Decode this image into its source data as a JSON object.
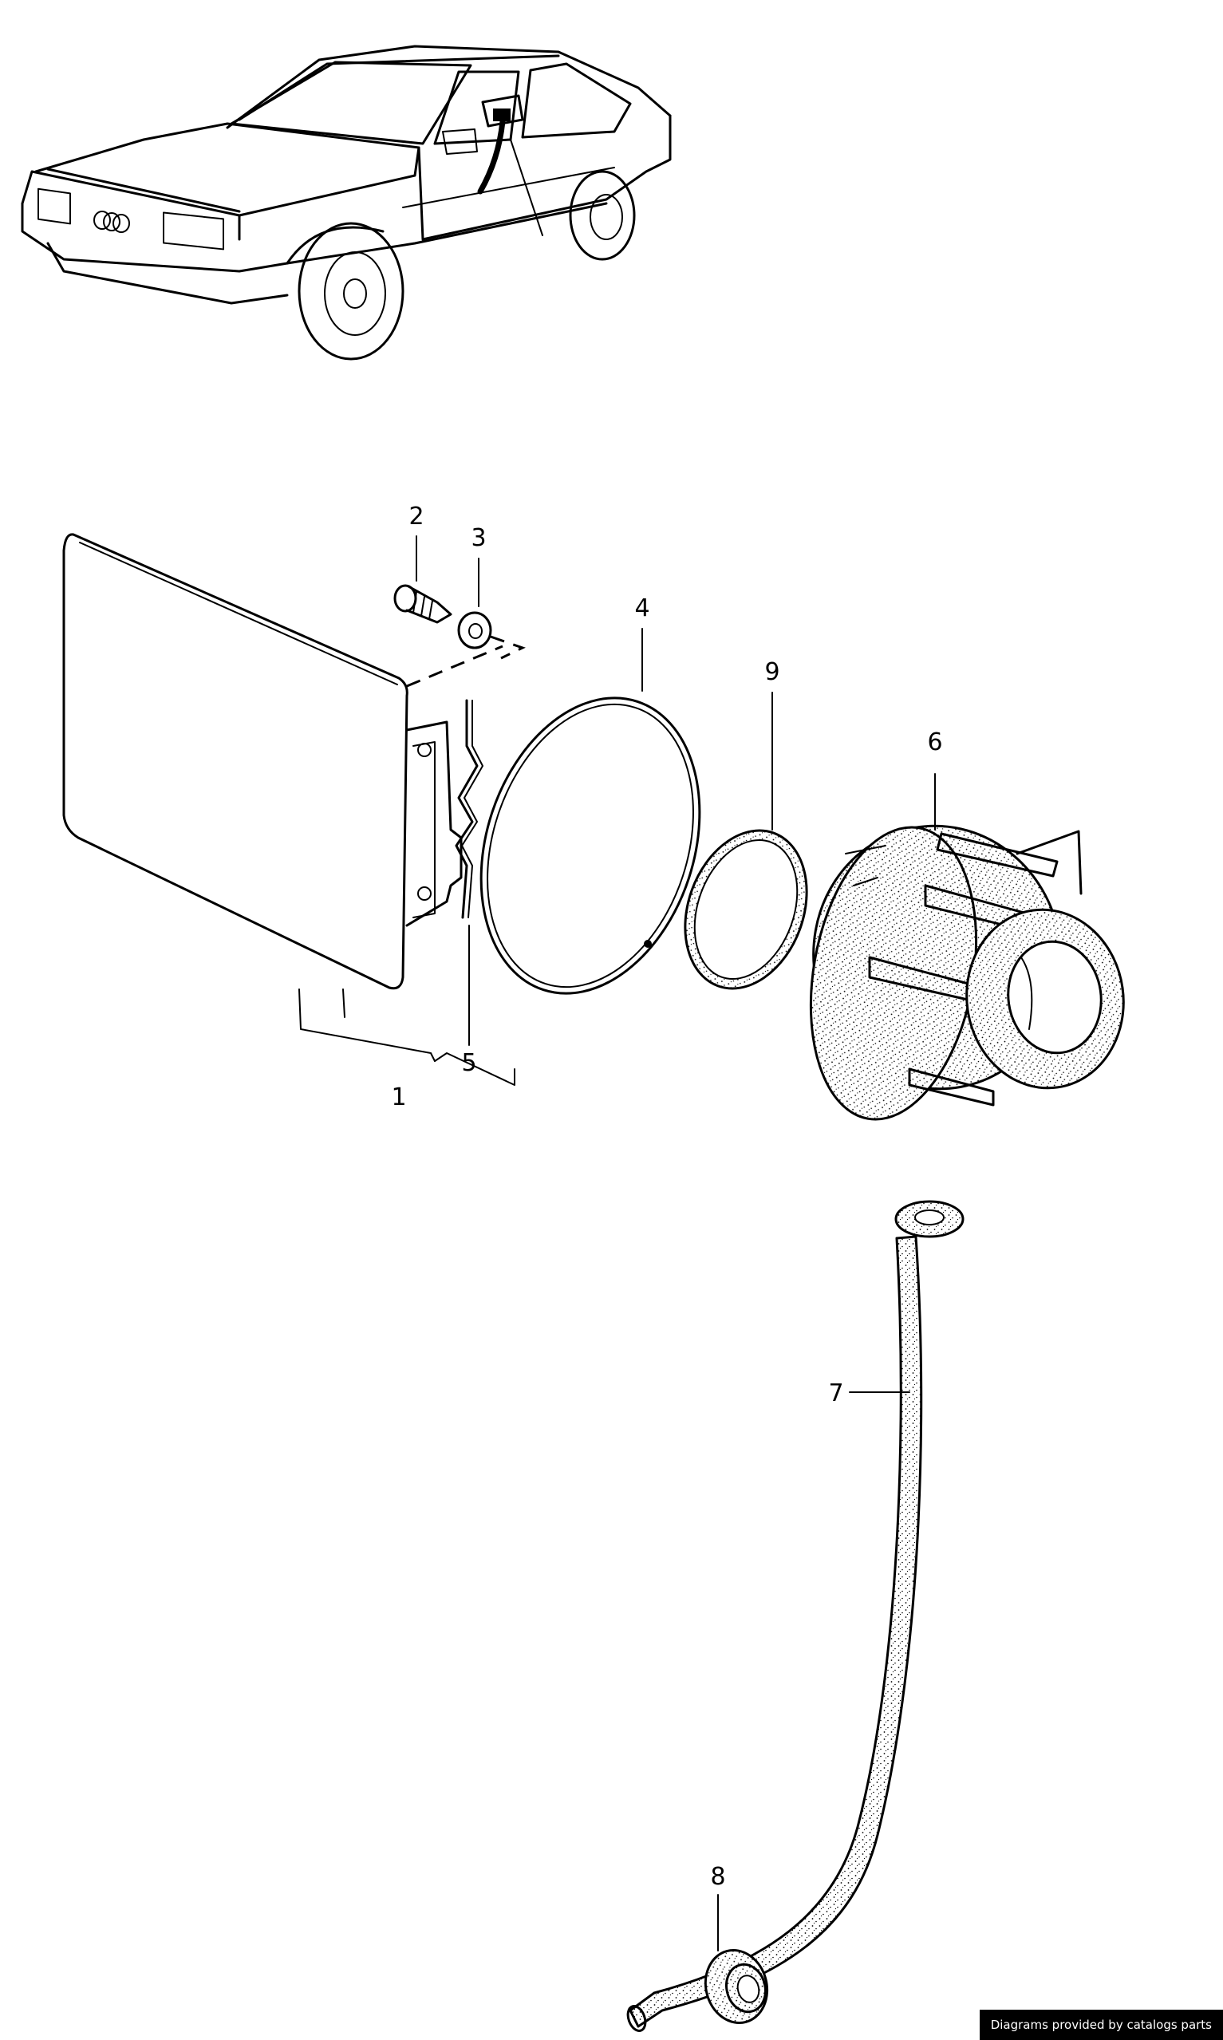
{
  "callouts": {
    "c1": "1",
    "c2": "2",
    "c3": "3",
    "c4": "4",
    "c5": "5",
    "c6": "6",
    "c7": "7",
    "c8": "8",
    "c9": "9"
  },
  "credit": "Diagrams provided by catalogs parts"
}
